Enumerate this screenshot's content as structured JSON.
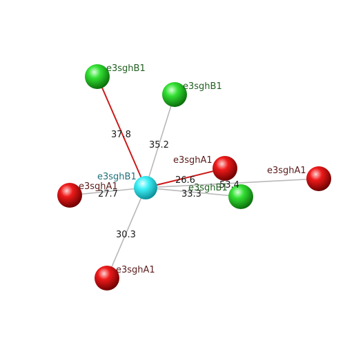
{
  "colors": {
    "background": "#ffffff",
    "bond_red": "#cc1a1a",
    "bond_gray": "#b8b8b8",
    "atom_cyan": "#19e0ea",
    "atom_green": "#22cc22",
    "atom_red": "#dd1111",
    "label_cyan": "#1f6f7a",
    "label_green": "#1f5f1f",
    "label_red": "#5a1a1a",
    "bond_text": "#1a1a1a"
  },
  "atoms": [
    {
      "id": "center",
      "label": "e3sghB1",
      "color": "cyan"
    },
    {
      "id": "g1",
      "label": "e3sghB1",
      "color": "green"
    },
    {
      "id": "g2",
      "label": "e3sghB1",
      "color": "green"
    },
    {
      "id": "g3",
      "label": "e3sghB1",
      "color": "green"
    },
    {
      "id": "r1",
      "label": "e3sghA1",
      "color": "red"
    },
    {
      "id": "r2",
      "label": "e3sghA1",
      "color": "red"
    },
    {
      "id": "r3",
      "label": "e3sghA1",
      "color": "red"
    },
    {
      "id": "r4",
      "label": "e3sghA1",
      "color": "red"
    }
  ],
  "bonds": [
    {
      "id": "b1",
      "from": "center",
      "to": "g1",
      "value": "37.8",
      "color": "red"
    },
    {
      "id": "b2",
      "from": "center",
      "to": "g2",
      "value": "35.2",
      "color": "gray"
    },
    {
      "id": "b3",
      "from": "center",
      "to": "r1",
      "value": "26.6",
      "color": "red"
    },
    {
      "id": "b4",
      "from": "center",
      "to": "r2",
      "value": "27.7",
      "color": "gray"
    },
    {
      "id": "b5",
      "from": "center",
      "to": "g3",
      "value": "33.3",
      "color": "gray"
    },
    {
      "id": "b6",
      "from": "center",
      "to": "r3",
      "value": "53.4",
      "color": "gray"
    },
    {
      "id": "b7",
      "from": "center",
      "to": "r4",
      "value": "30.3",
      "color": "gray"
    }
  ]
}
